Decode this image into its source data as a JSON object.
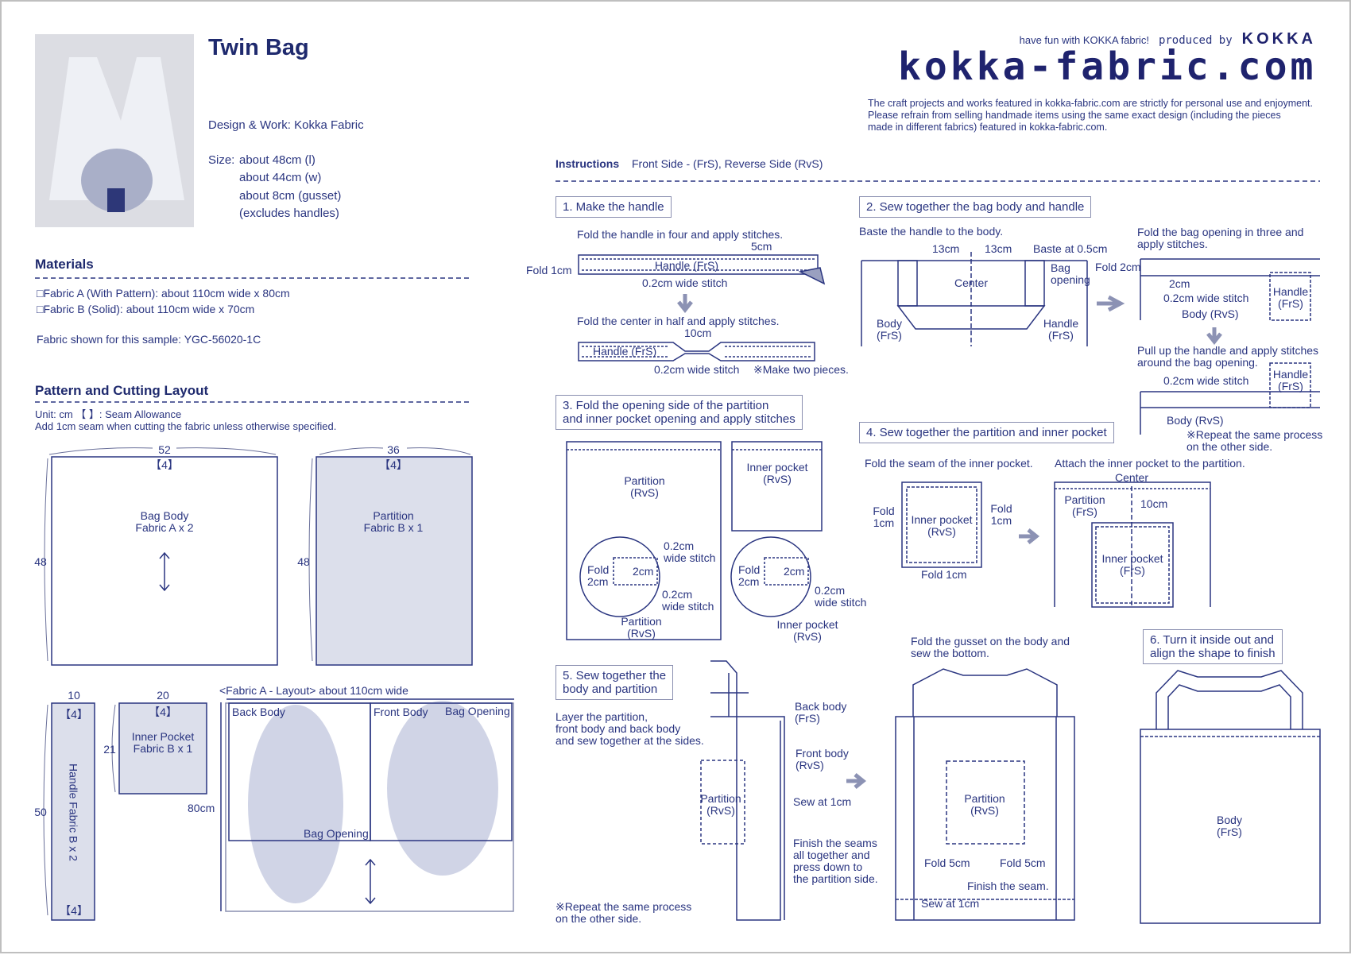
{
  "header": {
    "tagline": "have fun with KOKKA fabric!",
    "produced_by": "produced by",
    "brand": "KOKKA",
    "site_logo": "kokka-fabric.com",
    "disclaimer": "The craft projects and works featured in kokka-fabric.com are strictly for personal use and enjoyment.\nPlease refrain from selling handmade items using the same exact design (including the pieces\nmade in different fabrics) featured in kokka-fabric.com."
  },
  "project": {
    "title": "Twin Bag",
    "design": "Design & Work: Kokka Fabric",
    "size_label": "Size:",
    "size_lines": [
      "about 48cm (l)",
      "about 44cm (w)",
      "about 8cm (gusset)",
      "(excludes handles)"
    ]
  },
  "materials": {
    "heading": "Materials",
    "items": [
      "□Fabric A (With Pattern): about 110cm wide x 80cm",
      "□Fabric B (Solid): about 110cm wide x 70cm"
    ],
    "sample": "Fabric shown for this sample:  YGC-56020-1C"
  },
  "layout": {
    "heading": "Pattern and Cutting Layout",
    "unit": "Unit: cm  【  】: Seam Allowance",
    "note": "Add 1cm seam when cutting the fabric unless otherwise specified.",
    "bag_body": {
      "width": "52",
      "seam": "【4】",
      "height": "48",
      "label": "Bag Body\nFabric A x 2"
    },
    "partition": {
      "width": "36",
      "seam": "【4】",
      "height": "48",
      "label": "Partition\nFabric B x 1"
    },
    "handle": {
      "width": "10",
      "seam_top": "【4】",
      "seam_bottom": "【4】",
      "height": "50",
      "label": "Handle  Fabric B x 2"
    },
    "inner_pocket": {
      "width": "20",
      "seam": "【4】",
      "height": "21",
      "label": "Inner Pocket\nFabric B x 1"
    },
    "fabric_a": {
      "title": "<Fabric A - Layout> about 110cm wide",
      "height": "80cm",
      "back_body": "Back Body",
      "front_body": "Front Body",
      "bag_opening_1": "Bag Opening",
      "bag_opening_2": "Bag Opening"
    }
  },
  "instructions": {
    "heading": "Instructions",
    "legend": "Front Side - (FrS), Reverse Side (RvS)",
    "step1": {
      "title": "1. Make the handle",
      "a": "Fold the handle in four and apply stitches.",
      "five": "5cm",
      "handle1": "Handle (FrS)",
      "fold1": "Fold 1cm",
      "stitch1": "0.2cm wide stitch",
      "b": "Fold the center in half and apply stitches.",
      "ten": "10cm",
      "handle2": "Handle (FrS)",
      "stitch2": "0.2cm wide stitch",
      "note": "※Make two pieces."
    },
    "step2": {
      "title": "2. Sew together the bag body and handle",
      "a": "Baste the handle to the body.",
      "m1": "13cm",
      "m2": "13cm",
      "baste": "Baste at 0.5cm",
      "center": "Center",
      "bag_opening": "Bag\nopening",
      "body": "Body\n(FrS)",
      "handle": "Handle\n(FrS)",
      "b": "Fold the bag opening in three and\napply stitches.",
      "fold2": "Fold 2cm",
      "two": "2cm",
      "stitch1": "0.2cm wide stitch",
      "handle_b": "Handle\n(FrS)",
      "body_b": "Body (RvS)",
      "c": "Pull up the handle and apply stitches\naround the bag opening.",
      "stitch2": "0.2cm wide stitch",
      "handle_c": "Handle\n(FrS)",
      "body_c": "Body (RvS)",
      "note": "※Repeat the same process\non the other side."
    },
    "step3": {
      "title": "3. Fold the opening side of the partition\nand inner pocket opening and apply stitches",
      "partition": "Partition\n(RvS)",
      "pocket": "Inner pocket\n(RvS)",
      "stitch_a": "0.2cm\nwide stitch",
      "fold_a": "Fold\n2cm",
      "two_a": "2cm",
      "stitch_b": "0.2cm\nwide stitch",
      "partition_b": "Partition\n(RvS)",
      "fold_c": "Fold\n2cm",
      "two_c": "2cm",
      "stitch_c": "0.2cm\nwide stitch",
      "pocket_c": "Inner pocket\n(RvS)"
    },
    "step4": {
      "title": "4. Sew together the partition and inner pocket",
      "a": "Fold the seam of the inner pocket.",
      "b": "Attach the inner pocket to the partition.",
      "center": "Center",
      "fold_l": "Fold\n1cm",
      "fold_r": "Fold\n1cm",
      "pocket": "Inner pocket\n(RvS)",
      "fold_b": "Fold 1cm",
      "partition": "Partition\n(FrS)",
      "ten": "10cm",
      "pocket_b": "Inner pocket\n(FrS)"
    },
    "step5": {
      "title": "5. Sew together the\nbody and partition",
      "a": "Layer the partition,\nfront body and back body\nand sew together at the sides.",
      "back": "Back body\n(FrS)",
      "front": "Front body\n(RvS)",
      "partition": "Partition\n(RvS)",
      "sew": "Sew at 1cm",
      "finish": "Finish the seams\nall together and\npress down to\nthe partition side.",
      "note": "※Repeat the same process\non the other side.",
      "gusset": "Fold the gusset on the body and\nsew the bottom.",
      "partition_b": "Partition\n(RvS)",
      "fold_l": "Fold 5cm",
      "fold_r": "Fold 5cm",
      "finish_b": "Finish the seam.",
      "sew_b": "Sew at 1cm"
    },
    "step6": {
      "title": "6. Turn it inside out and\nalign the shape to finish",
      "body": "Body\n(FrS)"
    }
  },
  "colors": {
    "ink": "#1f2a6e",
    "fill": "#dcdfeb",
    "arrow": "#8c92b4"
  }
}
